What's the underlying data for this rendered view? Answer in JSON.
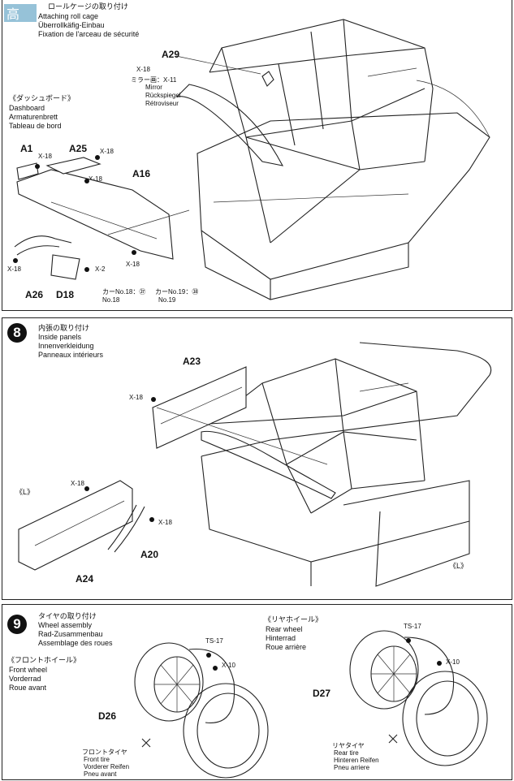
{
  "step7": {
    "title_jp": "ロールケージの取り付け",
    "title_en": "Attaching roll cage",
    "title_de": "Überrollkäfig-Einbau",
    "title_fr": "Fixation de l'arceau de sécurité",
    "dashboard_heading": {
      "jp": "《ダッシュボード》",
      "en": "Dashboard",
      "de": "Armaturenbrett",
      "fr": "Tableau de bord"
    },
    "mirror": {
      "jp": "ミラー画：X-11",
      "en": "Mirror",
      "de": "Rückspiegel",
      "fr": "Rétroviseur"
    },
    "parts": {
      "a29": "A29",
      "a1": "A1",
      "a25": "A25",
      "a16": "A16",
      "a26": "A26",
      "d18": "D18"
    },
    "screws": {
      "x18": "X-18",
      "x2": "X-2"
    },
    "car_no18": {
      "jp": "カーNo.18：㊲",
      "en": "No.18"
    },
    "car_no19": {
      "jp": "カーNo.19：㊳",
      "en": "No.19"
    }
  },
  "step8": {
    "number": "8",
    "title_jp": "内張の取り付け",
    "title_en": "Inside panels",
    "title_de": "Innenverkleidung",
    "title_fr": "Panneaux intérieurs",
    "parts": {
      "a23": "A23",
      "a20": "A20",
      "a24": "A24"
    },
    "screw": "X-18",
    "left_mark": "《L》"
  },
  "step9": {
    "number": "9",
    "title_jp": "タイヤの取り付け",
    "title_en": "Wheel assembly",
    "title_de": "Rad-Zusammenbau",
    "title_fr": "Assemblage des roues",
    "front_heading": {
      "jp": "《フロントホイール》",
      "en": "Front wheel",
      "de": "Vorderrad",
      "fr": "Roue avant"
    },
    "rear_heading": {
      "jp": "《リヤホイール》",
      "en": "Rear wheel",
      "de": "Hinterrad",
      "fr": "Roue arrière"
    },
    "front_tire": {
      "jp": "フロントタイヤ",
      "en": "Front tire",
      "de": "Vorderer Reifen",
      "fr": "Pneu avant"
    },
    "rear_tire": {
      "jp": "リヤタイヤ",
      "en": "Rear tire",
      "de": "Hinteren Reifen",
      "fr": "Pneu arriere"
    },
    "parts": {
      "d26": "D26",
      "d27": "D27"
    },
    "screws": {
      "ts17": "TS-17",
      "x10": "X-10"
    }
  }
}
